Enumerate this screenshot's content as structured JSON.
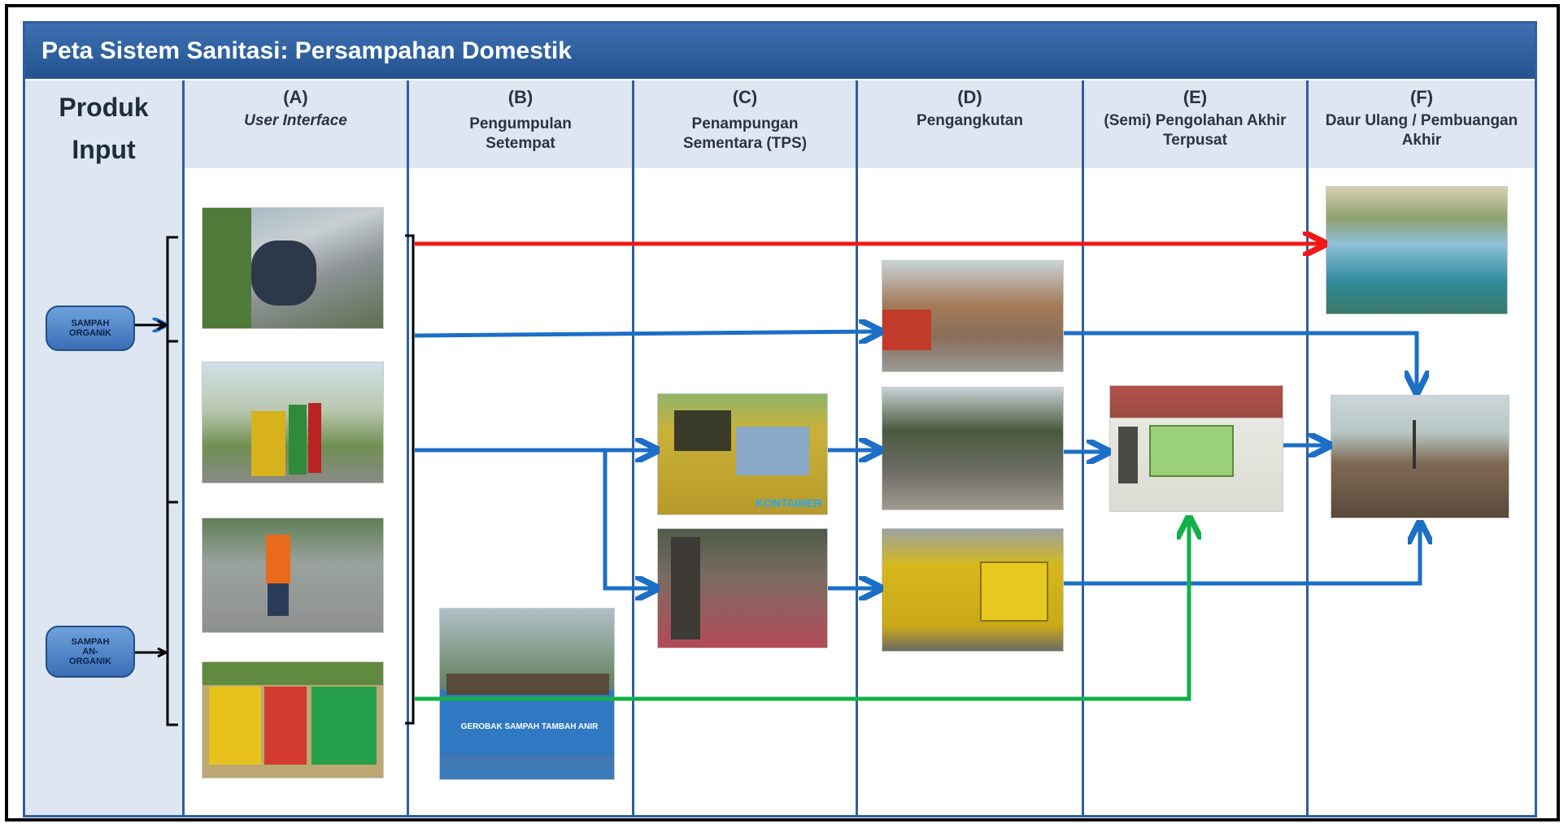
{
  "title": "Peta Sistem Sanitasi: Persampahan Domestik",
  "produk_header": [
    "Produk",
    "Input"
  ],
  "columns": [
    {
      "letter": "(A)",
      "name": "User Interface"
    },
    {
      "letter": "(B)",
      "name": "Pengumpulan Setempat"
    },
    {
      "letter": "(C)",
      "name": "Penampungan Sementara (TPS)"
    },
    {
      "letter": "(D)",
      "name": "Pengangkutan"
    },
    {
      "letter": "(E)",
      "name": "(Semi) Pengolahan Akhir Terpusat"
    },
    {
      "letter": "(F)",
      "name": "Daur Ulang / Pembuangan Akhir"
    }
  ],
  "inputs": [
    {
      "line1": "SAMPAH",
      "line2": "ORGANIK",
      "line3": ""
    },
    {
      "line1": "SAMPAH",
      "line2": "AN-",
      "line3": "ORGANIK"
    }
  ],
  "photo_captions": {
    "kontainer": "KONTAINER",
    "cart": "GEROBAK SAMPAH TAMBAH ANIR"
  },
  "colors": {
    "title_bar": "#2f5f9e",
    "header_bg": "#dde6f1",
    "arrow_red": "#f01818",
    "arrow_blue": "#1c6fc6",
    "arrow_green": "#12b04a",
    "pill": "#5a8fd3"
  }
}
